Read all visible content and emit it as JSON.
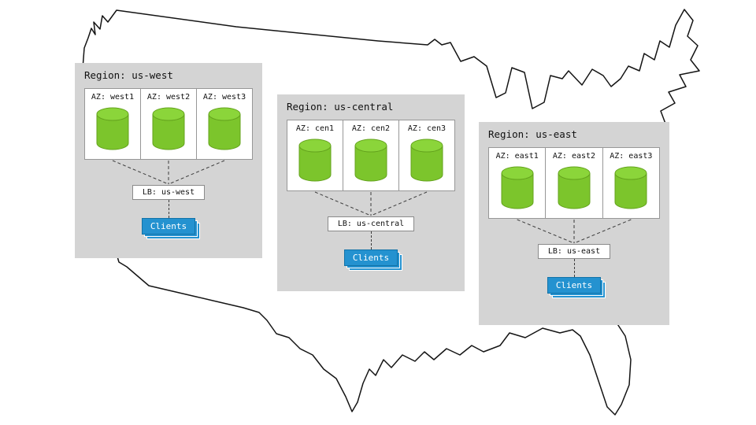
{
  "diagram": {
    "map": {
      "icon": "contiguous-united-states-outline"
    },
    "regions": [
      {
        "title": "Region: us-west",
        "azs": [
          "AZ: west1",
          "AZ: west2",
          "AZ: west3"
        ],
        "lb_label": "LB: us-west",
        "clients_label": "Clients"
      },
      {
        "title": "Region: us-central",
        "azs": [
          "AZ: cen1",
          "AZ: cen2",
          "AZ: cen3"
        ],
        "lb_label": "LB: us-central",
        "clients_label": "Clients"
      },
      {
        "title": "Region: us-east",
        "azs": [
          "AZ: east1",
          "AZ: east2",
          "AZ: east3"
        ],
        "lb_label": "LB: us-east",
        "clients_label": "Clients"
      }
    ],
    "colors": {
      "region_bg": "#d4d4d4",
      "panel_bg": "#ffffff",
      "cylinder_green": "#7cc52c",
      "cylinder_green_top": "#8bd53a",
      "cylinder_stroke": "#64a31d",
      "clients_blue": "#2492d0",
      "clients_border": "#1273a8",
      "map_outline": "#141414"
    }
  }
}
